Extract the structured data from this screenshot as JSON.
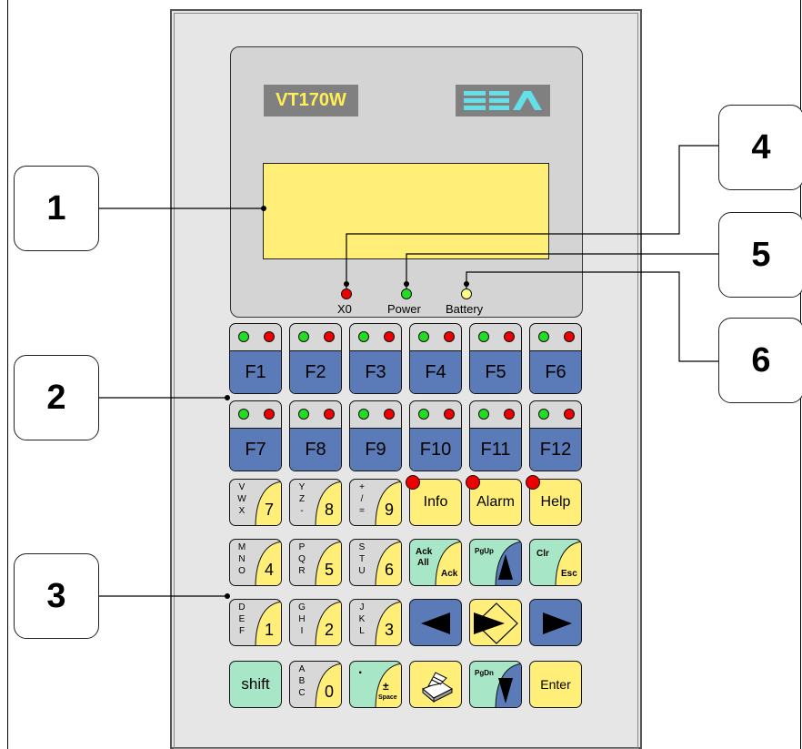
{
  "model": "VT170W",
  "brand": "ESA",
  "callouts": [
    "1",
    "2",
    "3",
    "4",
    "5",
    "6"
  ],
  "leds": {
    "x0": "X0",
    "power": "Power",
    "battery": "Battery"
  },
  "fkeys_row1": [
    "F1",
    "F2",
    "F3",
    "F4",
    "F5",
    "F6"
  ],
  "fkeys_row2": [
    "F7",
    "F8",
    "F9",
    "F10",
    "F11",
    "F12"
  ],
  "keys": {
    "k7_letters": [
      "V",
      "W",
      "X"
    ],
    "k7_digit": "7",
    "k8_letters": [
      "Y",
      "Z",
      "-"
    ],
    "k8_digit": "8",
    "k9_letters": [
      "+",
      "/",
      "="
    ],
    "k9_digit": "9",
    "info": "Info",
    "alarm": "Alarm",
    "help": "Help",
    "k4_letters": [
      "M",
      "N",
      "O"
    ],
    "k4_digit": "4",
    "k5_letters": [
      "P",
      "Q",
      "R"
    ],
    "k5_digit": "5",
    "k6_letters": [
      "S",
      "T",
      "U"
    ],
    "k6_digit": "6",
    "ack_all_1": "Ack",
    "ack_all_2": "All",
    "ack": "Ack",
    "pgup": "PgUp",
    "clr": "Clr",
    "esc": "Esc",
    "k1_letters": [
      "D",
      "E",
      "F"
    ],
    "k1_digit": "1",
    "k2_letters": [
      "G",
      "H",
      "I"
    ],
    "k2_digit": "2",
    "k3_letters": [
      "J",
      "K",
      "L"
    ],
    "k3_digit": "3",
    "shift": "shift",
    "k0_letters": [
      "A",
      "B",
      "C"
    ],
    "k0_digit": "0",
    "dot": ".",
    "plusminus": "±",
    "space": "Space",
    "pgdn": "PgDn",
    "enter": "Enter"
  }
}
